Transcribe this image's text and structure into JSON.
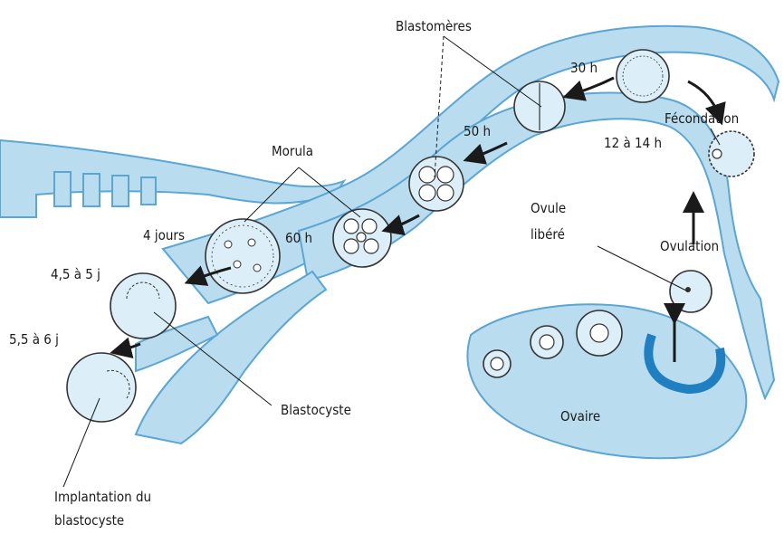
{
  "labels": {
    "blastomeres": "Blastomères",
    "h30": "30 h",
    "fecondation": "Fécondation",
    "h50": "50 h",
    "h12_14": "12 à 14 h",
    "morula": "Morula",
    "ovule_libere_1": "Ovule",
    "ovule_libere_2": "libéré",
    "jours4": "4 jours",
    "h60": "60 h",
    "ovulation": "Ovulation",
    "j45": "4,5 à 5 j",
    "j55": "5,5 à 6 j",
    "blastocyste": "Blastocyste",
    "ovaire": "Ovaire",
    "implantation_1": "Implantation du",
    "implantation_2": "blastocyste"
  },
  "colors": {
    "tissue": "#b9dcef",
    "tissue_edge": "#5aa6d4",
    "cell": "#dceff8",
    "ink": "#1a1a1a"
  }
}
